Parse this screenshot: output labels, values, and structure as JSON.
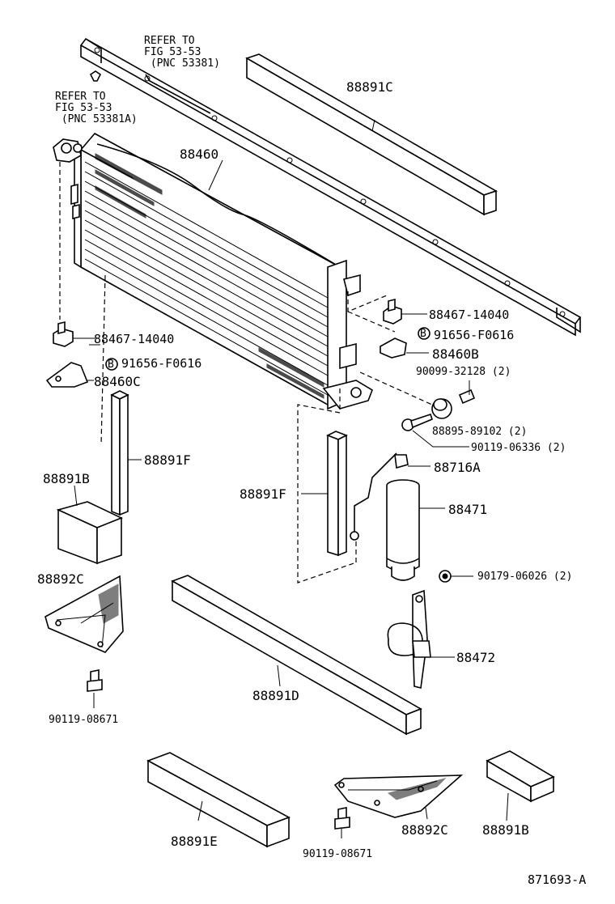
{
  "diagram": {
    "refs": [
      {
        "lines": [
          "REFER TO",
          "FIG 53-53",
          " (PNC 53381)"
        ]
      },
      {
        "lines": [
          "REFER TO",
          "FIG 53-53",
          " (PNC 53381A)"
        ]
      }
    ],
    "parts": {
      "p88891C": "88891C",
      "p88460": "88460",
      "p88467a": "88467-14040",
      "p91656a": "91656-F0616",
      "p88460C": "88460C",
      "p88467b": "88467-14040",
      "p91656b": "91656-F0616",
      "p88460B": "88460B",
      "p90099": "90099-32128 (2)",
      "p88895": "88895-89102 (2)",
      "p90119a": "90119-06336 (2)",
      "p88716A": "88716A",
      "p88471": "88471",
      "p88891F_left": "88891F",
      "p88891F_mid": "88891F",
      "p88891B_top": "88891B",
      "p88892C_top": "88892C",
      "p90179": "90179-06026 (2)",
      "p88472": "88472",
      "p88891D": "88891D",
      "p90119b": "90119-08671",
      "p88891E": "88891E",
      "p90119c": "90119-08671",
      "p88892C_bot": "88892C",
      "p88891B_bot": "88891B"
    },
    "washer_symbol": "B",
    "figure_id": "871693-A"
  }
}
